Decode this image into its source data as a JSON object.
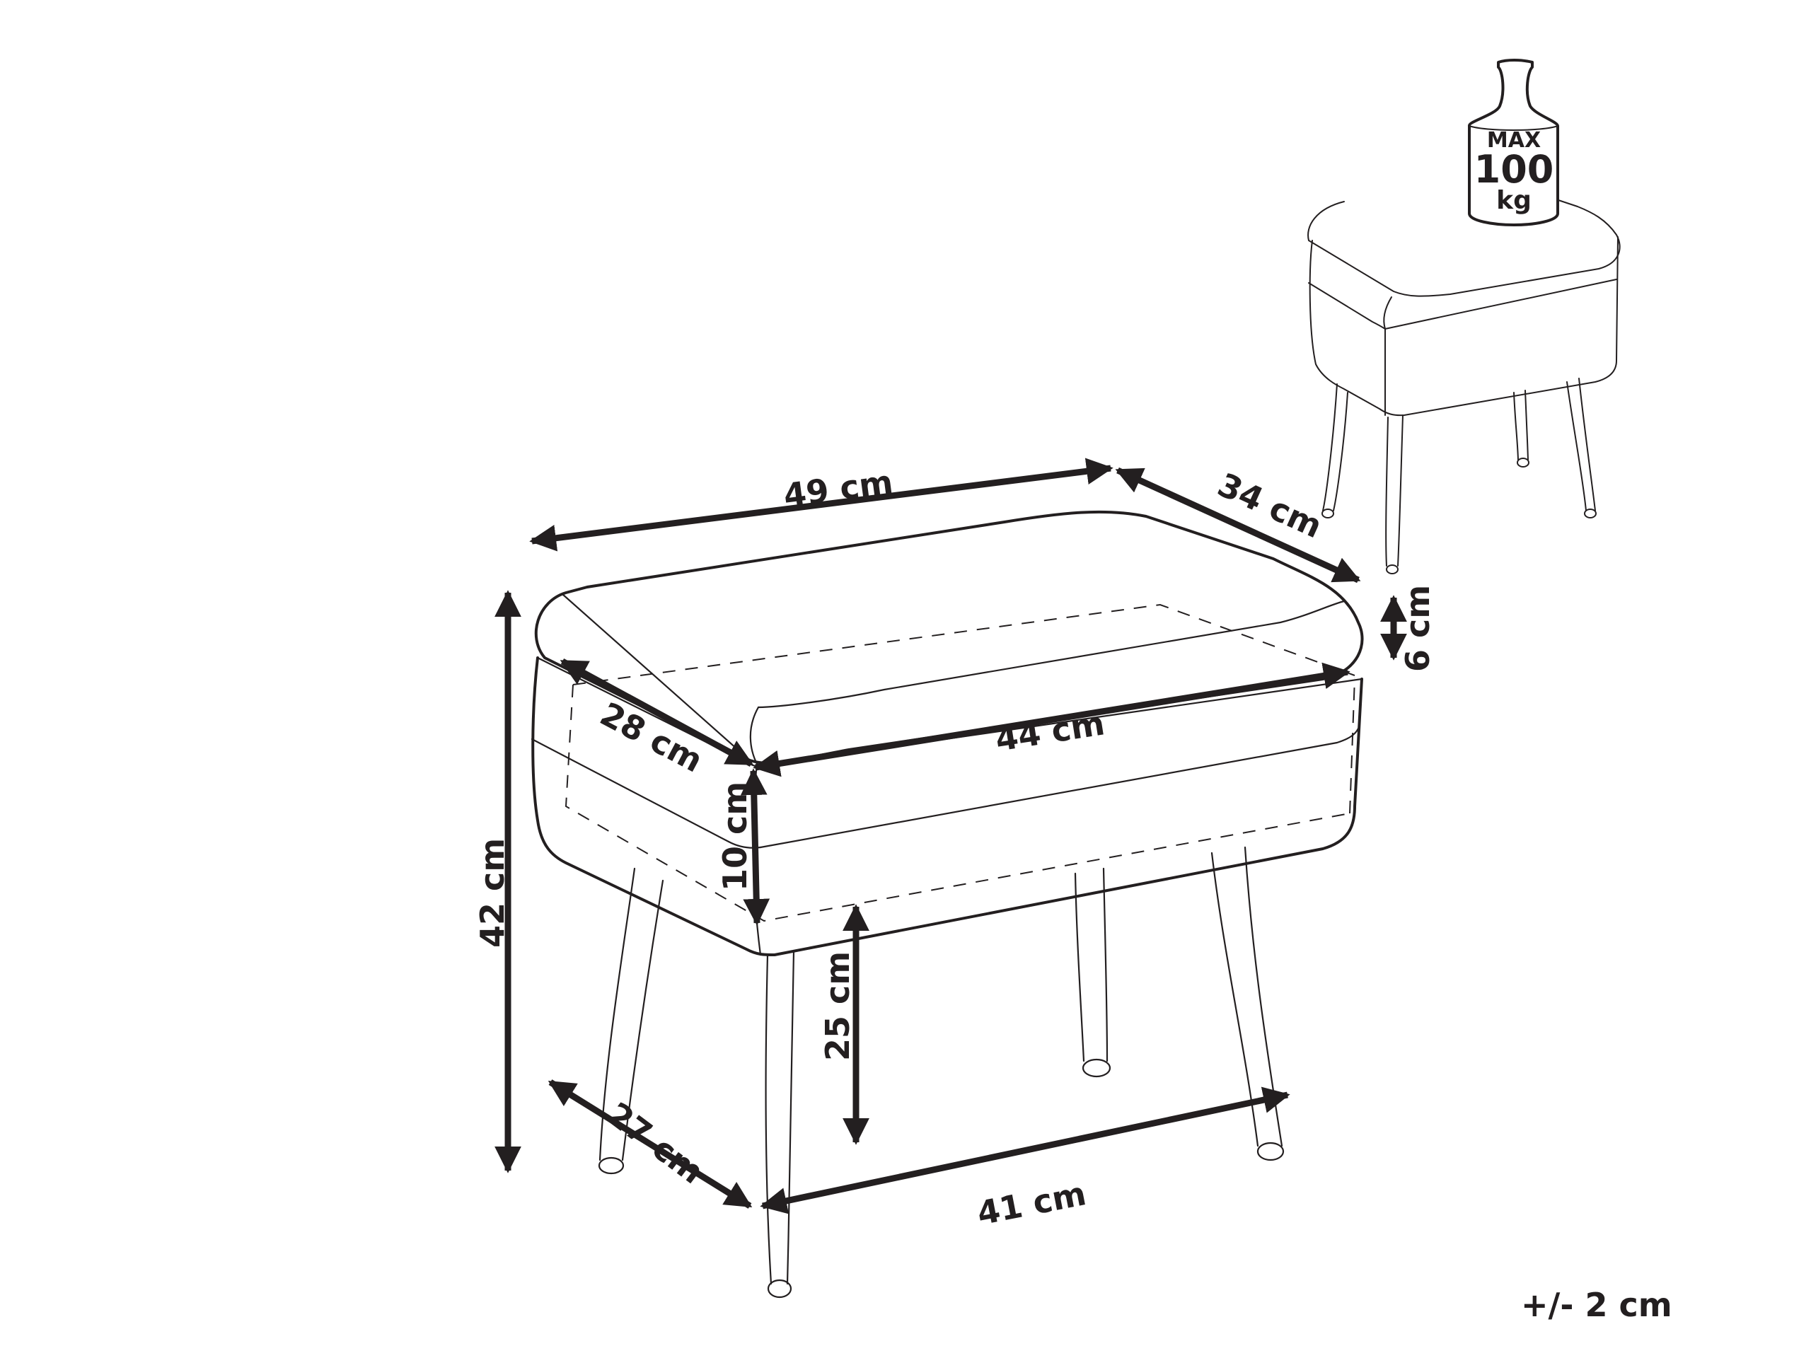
{
  "diagram": {
    "subject": "storage stool / ottoman",
    "line_color": "#231f20",
    "background": "#ffffff",
    "dimensions": {
      "overall_width": "49 cm",
      "overall_depth": "34 cm",
      "lid_thickness": "6 cm",
      "overall_height": "42 cm",
      "inner_depth": "28 cm",
      "inner_width": "44 cm",
      "inner_height": "10 cm",
      "leg_height": "25 cm",
      "leg_span_depth": "27 cm",
      "leg_span_width": "41 cm"
    },
    "max_load": {
      "line1": "MAX",
      "line2": "100",
      "line3": "kg"
    },
    "tolerance": "+/- 2 cm"
  }
}
